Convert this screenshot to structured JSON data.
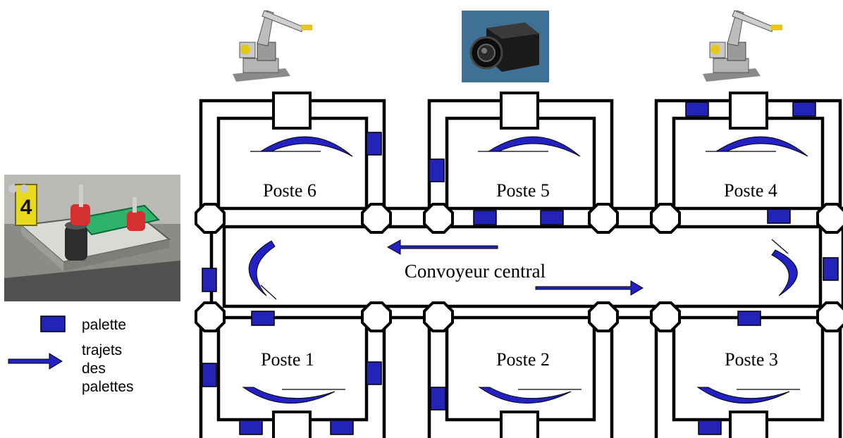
{
  "stations": {
    "poste1": "Poste 1",
    "poste2": "Poste 2",
    "poste3": "Poste 3",
    "poste4": "Poste 4",
    "poste5": "Poste 5",
    "poste6": "Poste 6"
  },
  "central_label": "Convoyeur central",
  "legend": {
    "palette": "palette",
    "trajets_1": "trajets",
    "trajets_2": "des",
    "trajets_3": "palettes"
  },
  "photo": {
    "pallet_number": "4"
  },
  "colors": {
    "palette": "#2323b8",
    "arrow": "#2222c4",
    "camera_bg": "#3d6f93"
  },
  "icons": [
    "robot-arm-icon",
    "camera-icon",
    "robot-arm-icon",
    "pallet-photo"
  ]
}
